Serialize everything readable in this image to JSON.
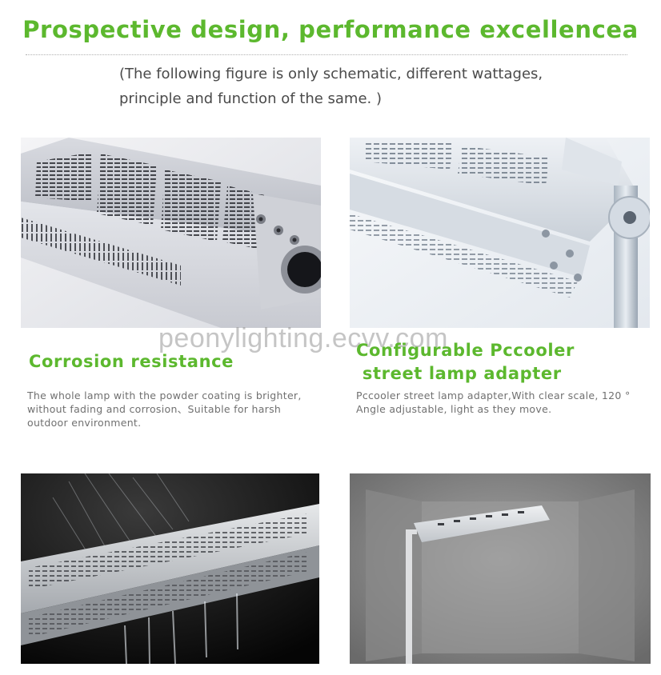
{
  "header": {
    "title": "Prospective design, performance excellencea",
    "note_line1": "(The following figure is only schematic, different wattages,",
    "note_line2": "principle and function of the same. )"
  },
  "features": [
    {
      "heading": "Corrosion resistance",
      "body_line1": "The whole lamp with the powder coating is brighter,",
      "body_line2": "without  fading  and  corrosion、Suitable  for  harsh",
      "body_line3": "outdoor environment."
    },
    {
      "heading_line1": "Configurable Pccooler",
      "heading_line2": " street lamp adapter",
      "body_line1": "Pccooler street lamp adapter,With clear scale, 120 °",
      "body_line2": "Angle adjustable, light as they move."
    }
  ],
  "watermark": "peonylighting.ecvv.com",
  "colors": {
    "accent_green": "#5cb82e",
    "body_text": "#707070",
    "note_text": "#4a4a4a"
  }
}
